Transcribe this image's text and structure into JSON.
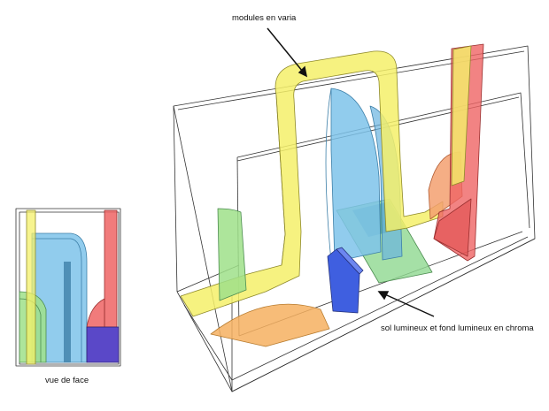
{
  "labels": {
    "modules": "modules en varia",
    "sol": "sol lumineux et fond lumineux en chroma",
    "vue": "vue de face"
  },
  "colors": {
    "yellow": "#f4f06a",
    "blue": "#7ec3ea",
    "dark_blue": "#3f5fe0",
    "green": "#9fe08a",
    "teal": "#5aa8a0",
    "red": "#ef6464",
    "orange": "#f6b060",
    "purple": "#5a48c8",
    "line": "#333333"
  }
}
